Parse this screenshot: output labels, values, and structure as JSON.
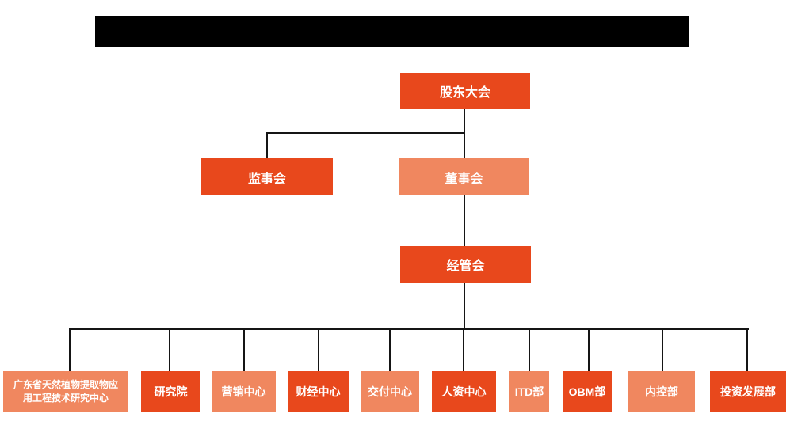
{
  "colors": {
    "box_dark": "#E8481C",
    "box_light": "#F0875F",
    "connector": "#151515",
    "redaction": "#000000",
    "box_text": "#ffffff",
    "background": "#ffffff"
  },
  "title_bar": {
    "type": "redacted-black-rectangle"
  },
  "org": {
    "root": {
      "label": "股东大会",
      "variant": "dark"
    },
    "supervisors": {
      "label": "监事会",
      "variant": "dark"
    },
    "board": {
      "label": "董事会",
      "variant": "light"
    },
    "management": {
      "label": "经管会",
      "variant": "dark"
    },
    "departments": [
      {
        "label": "广东省天然植物提取物应\n用工程技术研究中心",
        "variant": "light"
      },
      {
        "label": "研究院",
        "variant": "dark"
      },
      {
        "label": "营销中心",
        "variant": "light"
      },
      {
        "label": "财经中心",
        "variant": "dark"
      },
      {
        "label": "交付中心",
        "variant": "light"
      },
      {
        "label": "人资中心",
        "variant": "dark"
      },
      {
        "label": "ITD部",
        "variant": "light"
      },
      {
        "label": "OBM部",
        "variant": "dark"
      },
      {
        "label": "内控部",
        "variant": "light"
      },
      {
        "label": "投资发展部",
        "variant": "dark"
      }
    ]
  }
}
